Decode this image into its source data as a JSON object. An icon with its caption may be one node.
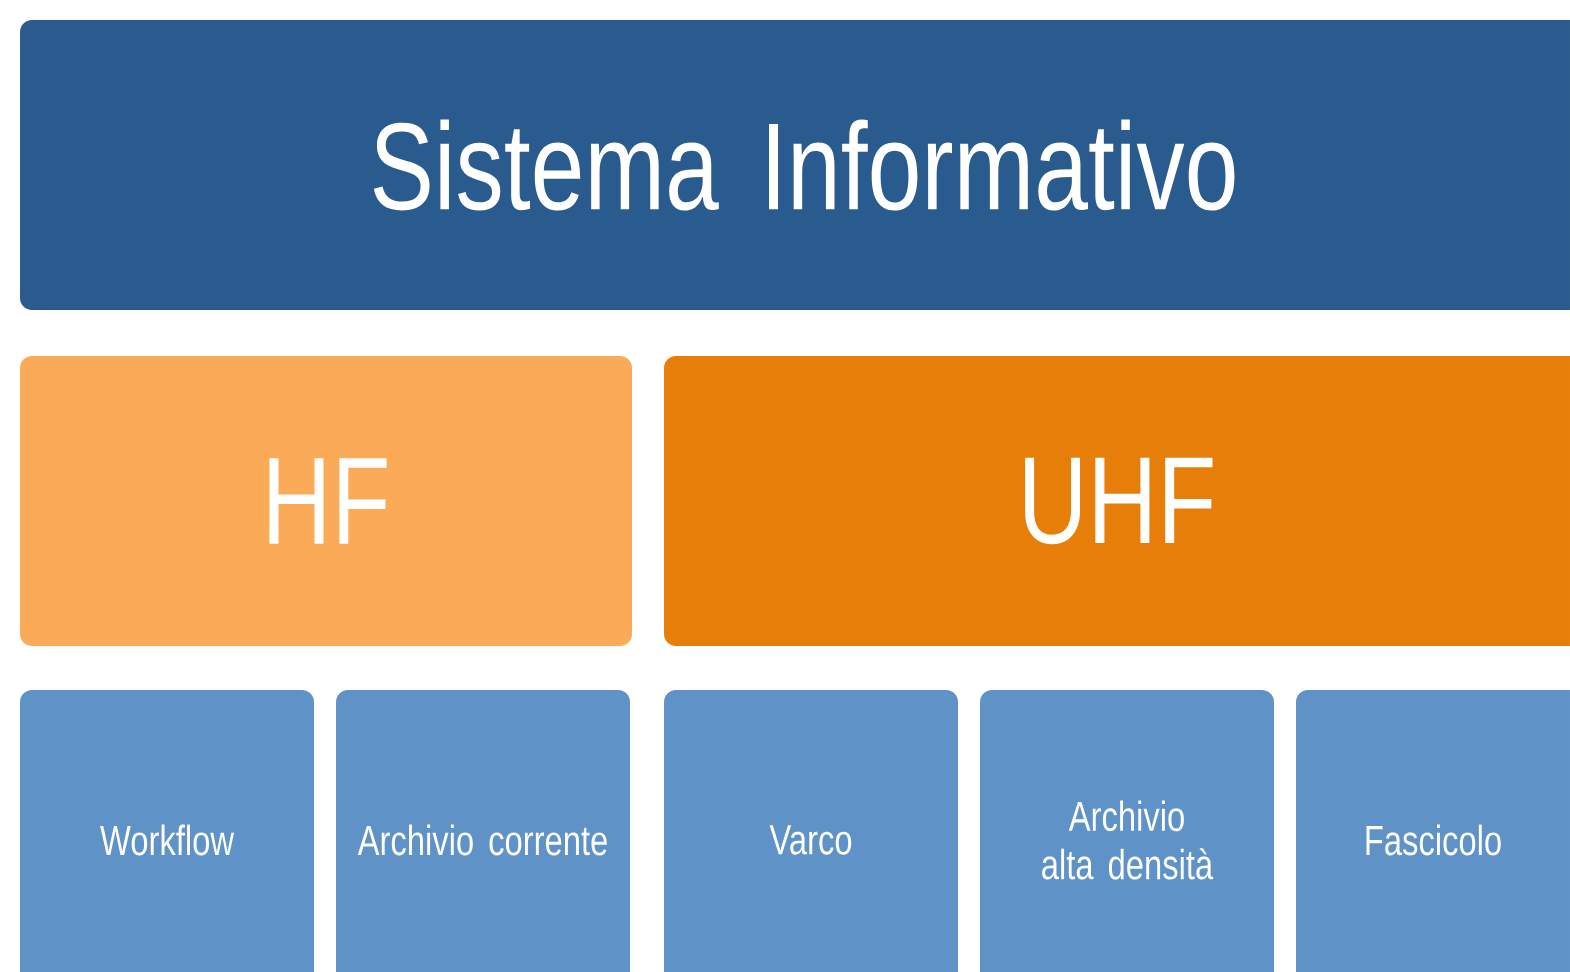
{
  "diagram": {
    "nodes": [
      {
        "text": [
          "Sistema Informativo"
        ]
      },
      {
        "text": [
          "HF"
        ]
      },
      {
        "text": [
          "UHF"
        ]
      },
      {
        "text": [
          "Workflow"
        ]
      },
      {
        "text": [
          "Archivio corrente"
        ]
      },
      {
        "text": [
          "Varco"
        ]
      },
      {
        "text": [
          "Archivio alta densità"
        ]
      },
      {
        "text": [
          "Fascicolo"
        ]
      }
    ]
  }
}
